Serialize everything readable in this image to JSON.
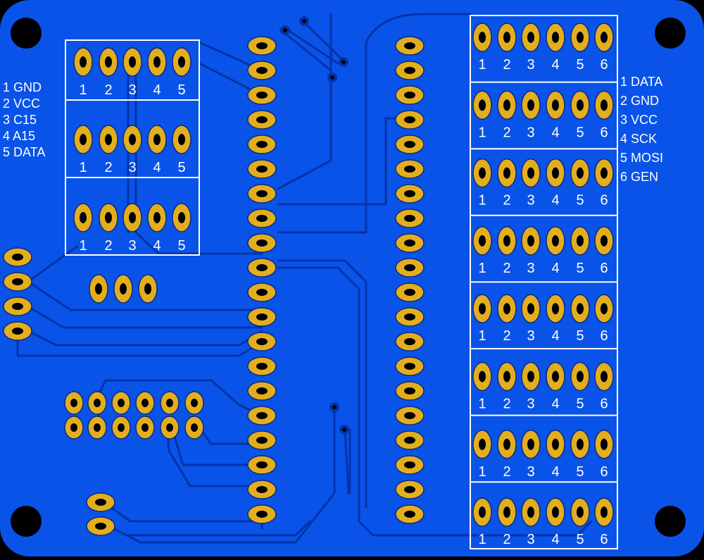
{
  "colors": {
    "board": "#0a53e8",
    "trace": "#0433a8",
    "pad": "#e3ae1e",
    "drill": "#000000",
    "silk": "#ffffff",
    "background": "#000000"
  },
  "left_legend": [
    "1 GND",
    "2 VCC",
    "3 C15",
    "4 A15",
    "5 DATA"
  ],
  "right_legend": [
    "1 DATA",
    "2 GND",
    "3 VCC",
    "4 SCK",
    "5 MOSI",
    "6 GEN"
  ],
  "left_header_labels": [
    "1",
    "2",
    "3",
    "4",
    "5"
  ],
  "right_header_labels": [
    "1",
    "2",
    "3",
    "4",
    "5",
    "6"
  ],
  "left_header_count": 3,
  "right_header_count": 8,
  "mcu_pins_per_side": 20,
  "icons": {
    "mounting_hole": "mounting-hole-icon",
    "pad": "through-hole-pad-icon",
    "via": "via-icon"
  }
}
